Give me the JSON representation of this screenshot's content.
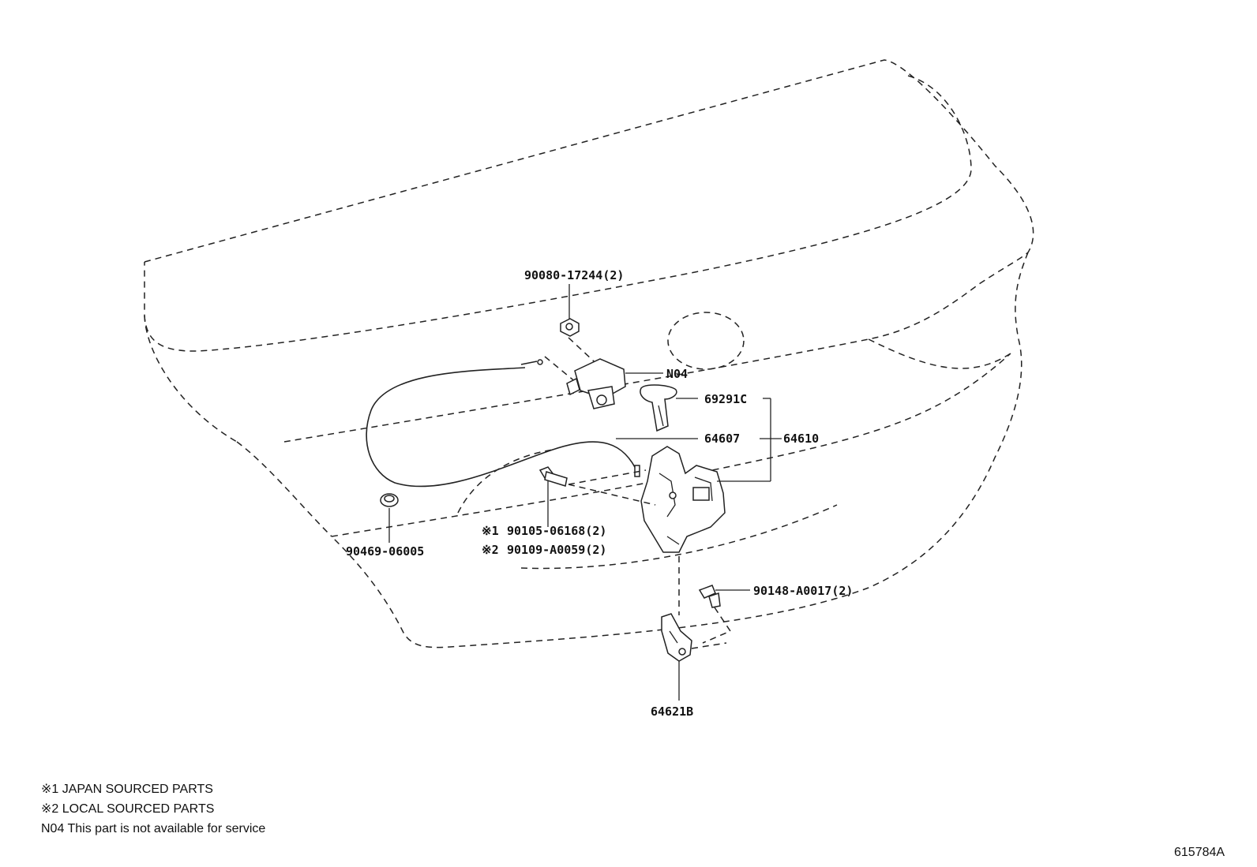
{
  "parts": {
    "p90080": "90080-17244(2)",
    "n04": "N04",
    "p69291c": "69291C",
    "p64607": "64607",
    "p64610": "64610",
    "p90469": "90469-06005",
    "p90105": "90105-06168(2)",
    "p90109": "90109-A0059(2)",
    "p90148": "90148-A0017(2)",
    "p64621b": "64621B",
    "mark1": "※1",
    "mark2": "※2"
  },
  "notes": {
    "n1": "※1 JAPAN SOURCED PARTS",
    "n2": "※2 LOCAL SOURCED PARTS",
    "n3": "N04 This part is not available for service"
  },
  "illustration_id": "615784A"
}
